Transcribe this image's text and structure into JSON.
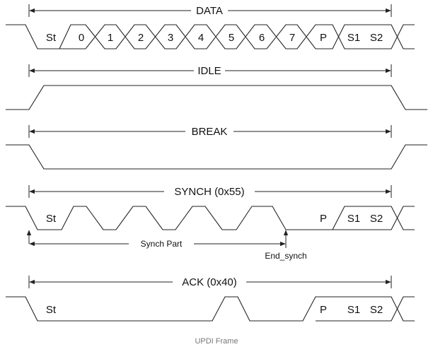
{
  "caption": "UPDI Frame",
  "frames": [
    {
      "id": "data",
      "title": "DATA",
      "slots": [
        "St",
        "0",
        "1",
        "2",
        "3",
        "4",
        "5",
        "6",
        "7",
        "P",
        "S1",
        "S2"
      ]
    },
    {
      "id": "idle",
      "title": "IDLE"
    },
    {
      "id": "break",
      "title": "BREAK"
    },
    {
      "id": "synch",
      "title": "SYNCH (0x55)",
      "start_label": "St",
      "parity_label": "P",
      "stop1": "S1",
      "stop2": "S2",
      "synch_part_label": "Synch Part",
      "end_label": "End_synch"
    },
    {
      "id": "ack",
      "title": "ACK (0x40)",
      "start_label": "St",
      "parity_label": "P",
      "stop1": "S1",
      "stop2": "S2"
    }
  ]
}
